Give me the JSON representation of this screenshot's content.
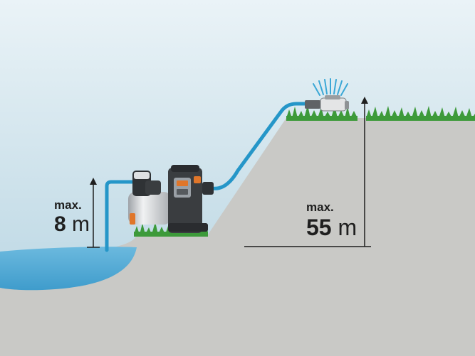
{
  "suction": {
    "prefix": "max.",
    "value": "8",
    "unit": "m"
  },
  "lift": {
    "prefix": "max.",
    "value": "55",
    "unit": "m"
  },
  "colors": {
    "sky_top": "#e6f0f5",
    "sky_bottom": "#b7d4e1",
    "ground": "#c9c9c6",
    "water": "#5aaed6",
    "hose": "#2596c8",
    "grass": "#3d9a3a",
    "pump_body": "#3a3d40",
    "pump_accent": "#e0762a",
    "steel": "#d4d6d8",
    "line": "#1f1f1f"
  },
  "icons": [
    "pump-icon",
    "sprinkler-icon",
    "grass-icon"
  ]
}
